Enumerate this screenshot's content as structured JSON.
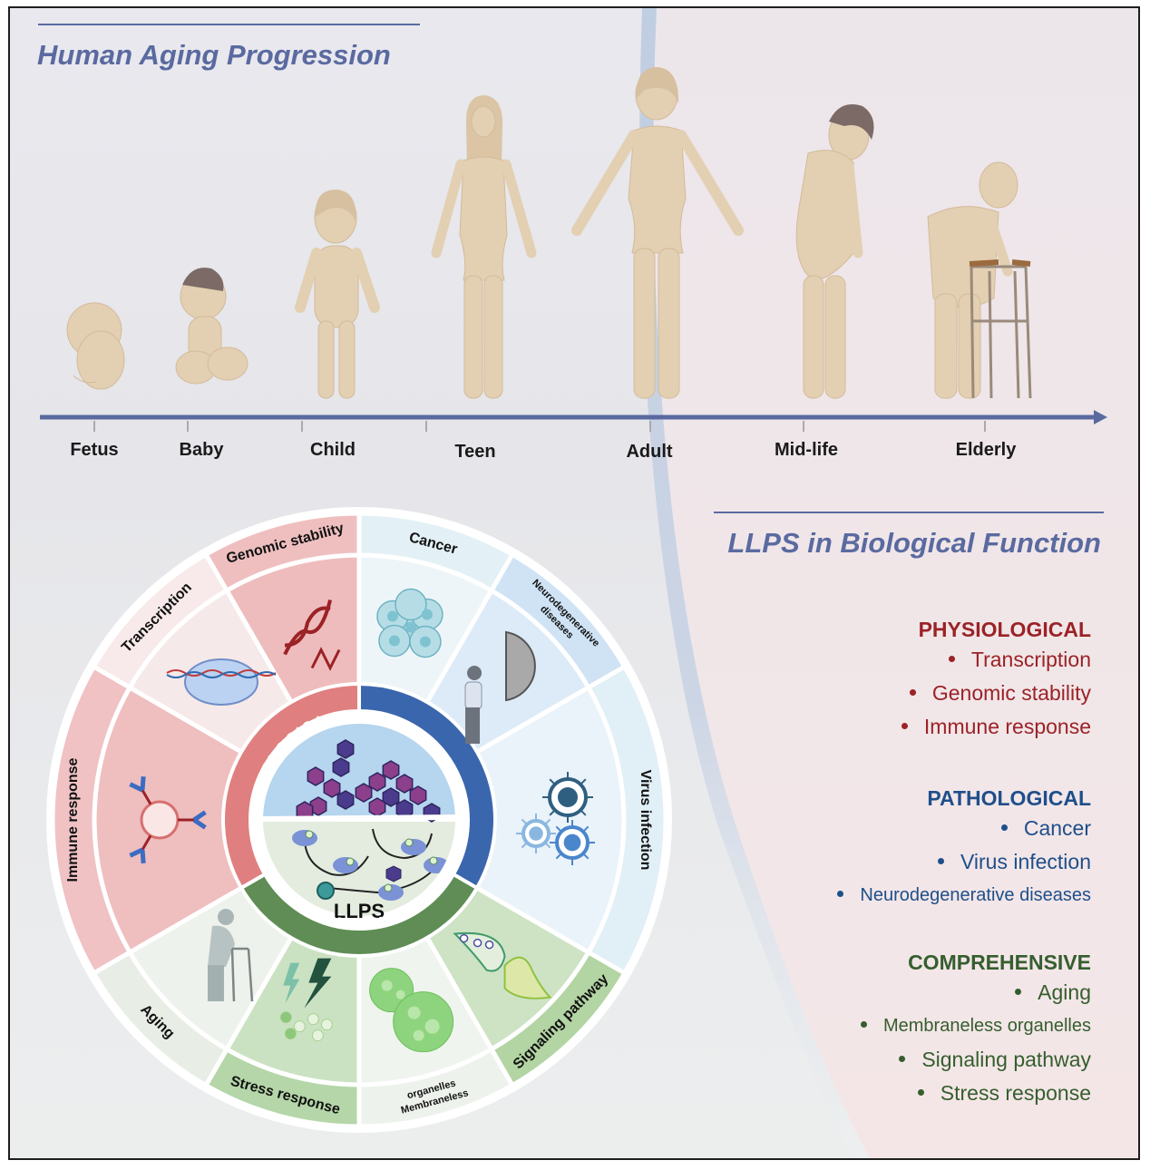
{
  "aging": {
    "title": "Human Aging Progression",
    "stages": [
      "Fetus",
      "Baby",
      "Child",
      "Teen",
      "Adult",
      "Mid-life",
      "Elderly"
    ]
  },
  "llps": {
    "title": "LLPS in Biological Function",
    "center_label": "LLPS",
    "ring": {
      "physiological": "PHYSIOLOGICAL",
      "pathological": "PATHOLOGICAL",
      "comprehensive": "COMPREHENSIVE"
    },
    "segments": {
      "genomic_stability": "Genomic stability",
      "transcription": "Transcription",
      "immune_response": "Immune response",
      "cancer": "Cancer",
      "neuro_line1": "Neurodegenerative",
      "neuro_line2": "diseases",
      "virus_infection": "Virus infection",
      "signaling_pathway": "Signaling pathway",
      "membraneless_line1": "Membraneless",
      "membraneless_line2": "organelles",
      "stress_response": "Stress response",
      "aging": "Aging"
    }
  },
  "legend": {
    "groups": [
      {
        "heading": "PHYSIOLOGICAL",
        "color": "#9b2226",
        "items": [
          "Transcription",
          "Genomic stability",
          "Immune response"
        ]
      },
      {
        "heading": "PATHOLOGICAL",
        "color": "#1f4f8a",
        "items": [
          "Cancer",
          "Virus infection",
          "Neurodegenerative diseases"
        ]
      },
      {
        "heading": "COMPREHENSIVE",
        "color": "#355e2e",
        "items": [
          "Aging",
          "Membraneless organelles",
          "Signaling pathway",
          "Stress response"
        ]
      }
    ]
  },
  "colors": {
    "title": "#5a6aa0",
    "physiological_ring": "#e07f7f",
    "pathological_ring": "#3a66ad",
    "comprehensive_ring": "#5f8d55",
    "skin": "#e3cfb2"
  }
}
